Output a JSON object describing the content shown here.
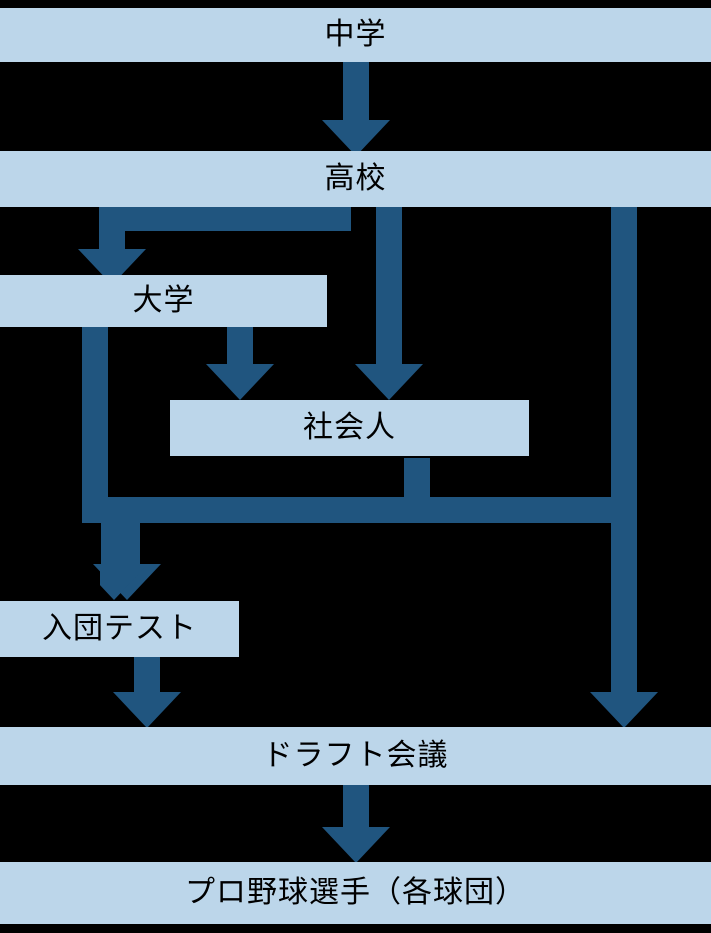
{
  "diagram": {
    "title": "",
    "colors": {
      "background": "#000000",
      "node_fill": "#bcd6ea",
      "node_text": "#000000",
      "arrow": "#20557f"
    },
    "nodes": [
      {
        "id": "junior-high",
        "label": "中学"
      },
      {
        "id": "high-school",
        "label": "高校"
      },
      {
        "id": "university",
        "label": "大学"
      },
      {
        "id": "corporate-league",
        "label": "社会人"
      },
      {
        "id": "tryout",
        "label": "入団テスト"
      },
      {
        "id": "draft-meeting",
        "label": "ドラフト会議"
      },
      {
        "id": "pro-player",
        "label": "プロ野球選手（各球団）"
      }
    ],
    "edges": [
      {
        "from": "junior-high",
        "to": "high-school"
      },
      {
        "from": "high-school",
        "to": "university"
      },
      {
        "from": "high-school",
        "to": "corporate-league"
      },
      {
        "from": "high-school",
        "to": "draft-meeting"
      },
      {
        "from": "university",
        "to": "corporate-league"
      },
      {
        "from": "university",
        "to": "tryout"
      },
      {
        "from": "corporate-league",
        "to": "tryout"
      },
      {
        "from": "tryout",
        "to": "draft-meeting"
      },
      {
        "from": "draft-meeting",
        "to": "pro-player"
      }
    ]
  }
}
